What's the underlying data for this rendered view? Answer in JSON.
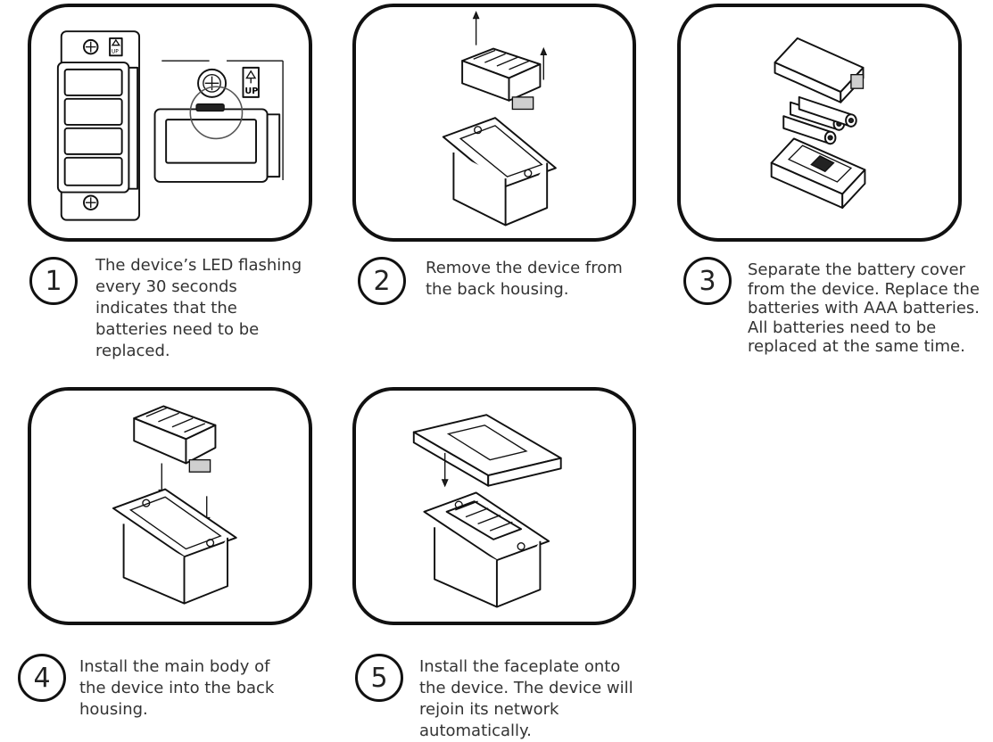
{
  "steps": [
    {
      "number": "1",
      "text": "The device’s LED flashing every 30 seconds indicates that the batteries need to be replaced."
    },
    {
      "number": "2",
      "text": "Remove the device from the back housing."
    },
    {
      "number": "3",
      "text": "Separate the battery cover from the device. Replace the batteries with AAA batteries. All batteries need to be replaced at the same time."
    },
    {
      "number": "4",
      "text": "Install the main body of the device into the back housing."
    },
    {
      "number": "5",
      "text": "Install the faceplate onto the device. The device will rejoin its network automatically."
    }
  ],
  "labels": {
    "up_label": "UP",
    "up_label_small": "UP"
  },
  "colors": {
    "ink": "#111111",
    "text": "#333333",
    "background": "#ffffff"
  }
}
